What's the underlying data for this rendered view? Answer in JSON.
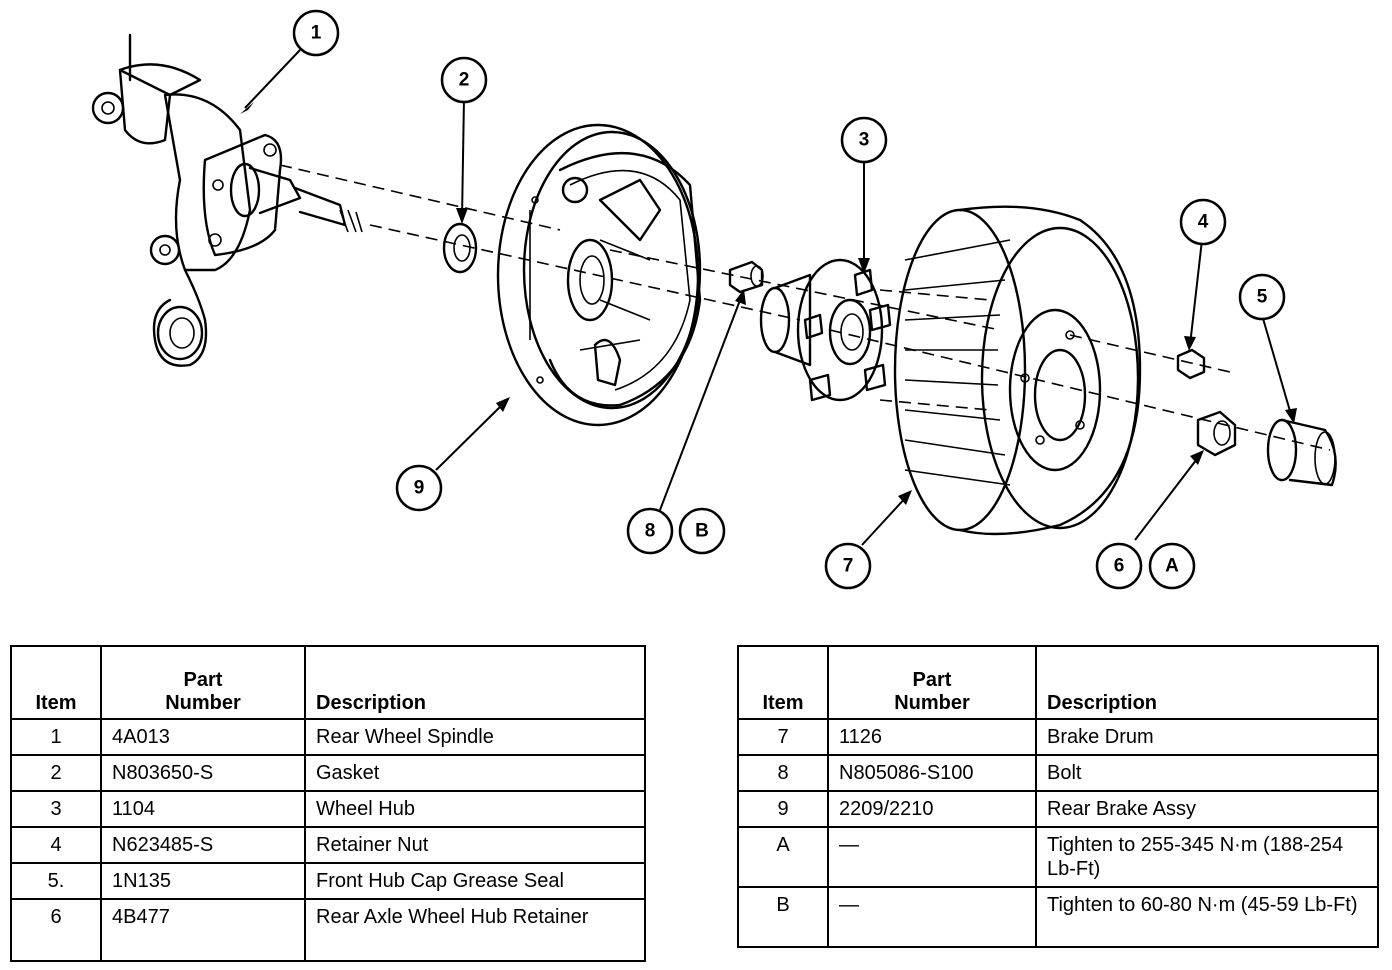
{
  "callouts": [
    {
      "id": "1",
      "label": "1"
    },
    {
      "id": "2",
      "label": "2"
    },
    {
      "id": "3",
      "label": "3"
    },
    {
      "id": "4",
      "label": "4"
    },
    {
      "id": "5",
      "label": "5"
    },
    {
      "id": "6",
      "label": "6"
    },
    {
      "id": "A",
      "label": "A"
    },
    {
      "id": "7",
      "label": "7"
    },
    {
      "id": "8",
      "label": "8"
    },
    {
      "id": "B",
      "label": "B"
    },
    {
      "id": "9",
      "label": "9"
    }
  ],
  "tables": {
    "left": {
      "header": {
        "item": "Item",
        "part_number_line1": "Part",
        "part_number_line2": "Number",
        "description": "Description"
      },
      "rows": [
        {
          "item": "1",
          "part_number": "4A013",
          "description": "Rear Wheel Spindle"
        },
        {
          "item": "2",
          "part_number": "N803650-S",
          "description": "Gasket"
        },
        {
          "item": "3",
          "part_number": "1104",
          "description": "Wheel Hub"
        },
        {
          "item": "4",
          "part_number": "N623485-S",
          "description": "Retainer Nut"
        },
        {
          "item": "5.",
          "part_number": "1N135",
          "description": "Front Hub Cap Grease Seal"
        },
        {
          "item": "6",
          "part_number": "4B477",
          "description": "Rear Axle Wheel Hub Retainer"
        }
      ]
    },
    "right": {
      "header": {
        "item": "Item",
        "part_number_line1": "Part",
        "part_number_line2": "Number",
        "description": "Description"
      },
      "rows": [
        {
          "item": "7",
          "part_number": "1126",
          "description": "Brake Drum"
        },
        {
          "item": "8",
          "part_number": "N805086-S100",
          "description": "Bolt"
        },
        {
          "item": "9",
          "part_number": "2209/2210",
          "description": "Rear Brake Assy"
        },
        {
          "item": "A",
          "part_number": "—",
          "description": "Tighten to 255-345 N·m (188-254 Lb-Ft)"
        },
        {
          "item": "B",
          "part_number": "—",
          "description": "Tighten to 60-80 N·m (45-59 Lb-Ft)"
        }
      ]
    }
  }
}
